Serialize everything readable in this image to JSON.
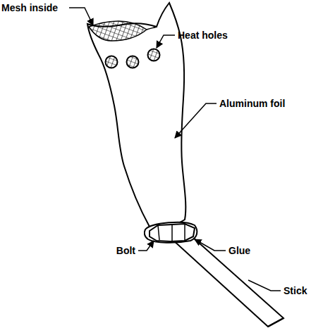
{
  "diagram": {
    "labels": [
      "Mesh inside",
      "Heat holes",
      "Aluminum foil",
      "Bolt",
      "Glue",
      "Stick"
    ]
  }
}
